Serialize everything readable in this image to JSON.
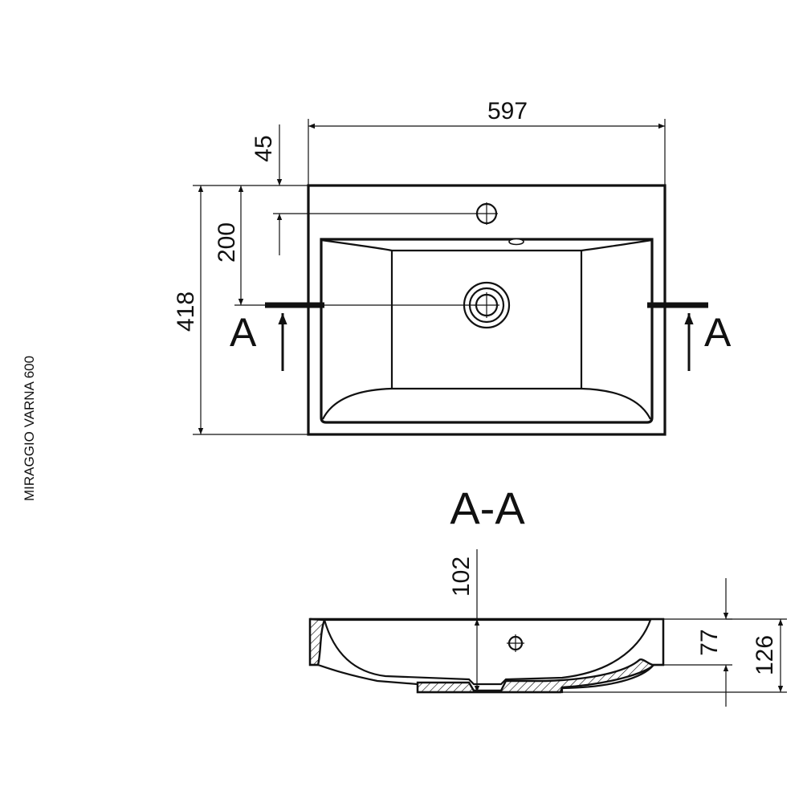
{
  "product_label": "MIRAGGIO VARNA 600",
  "plan_view": {
    "width_dim": "597",
    "depth_dim": "418",
    "section_offset_dim": "200",
    "tap_hole_offset_dim": "45",
    "section_marker_left": "A",
    "section_marker_right": "A"
  },
  "section_view": {
    "title": "A-A",
    "basin_depth_dim": "102",
    "rim_height_dim": "77",
    "overall_height_dim": "126"
  }
}
